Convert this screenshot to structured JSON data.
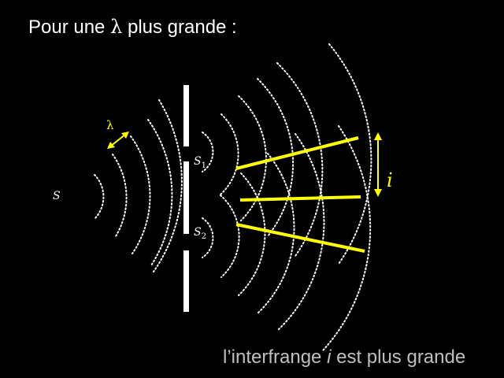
{
  "title": {
    "prefix": "Pour une ",
    "symbol": "λ",
    "suffix": " plus grande :"
  },
  "labels": {
    "source": "S",
    "s1_main": "S",
    "s1_sub": "1",
    "s2_main": "S",
    "s2_sub": "2",
    "wavelength": "λ",
    "fringe_spacing": "i"
  },
  "caption": {
    "prefix": "l’interfrange ",
    "symbol": "i",
    "suffix": " est plus grande"
  },
  "colors": {
    "background": "#000000",
    "wavefront": "#ffffff",
    "highlight": "#ffff00",
    "caption": "#bfbfbf"
  }
}
